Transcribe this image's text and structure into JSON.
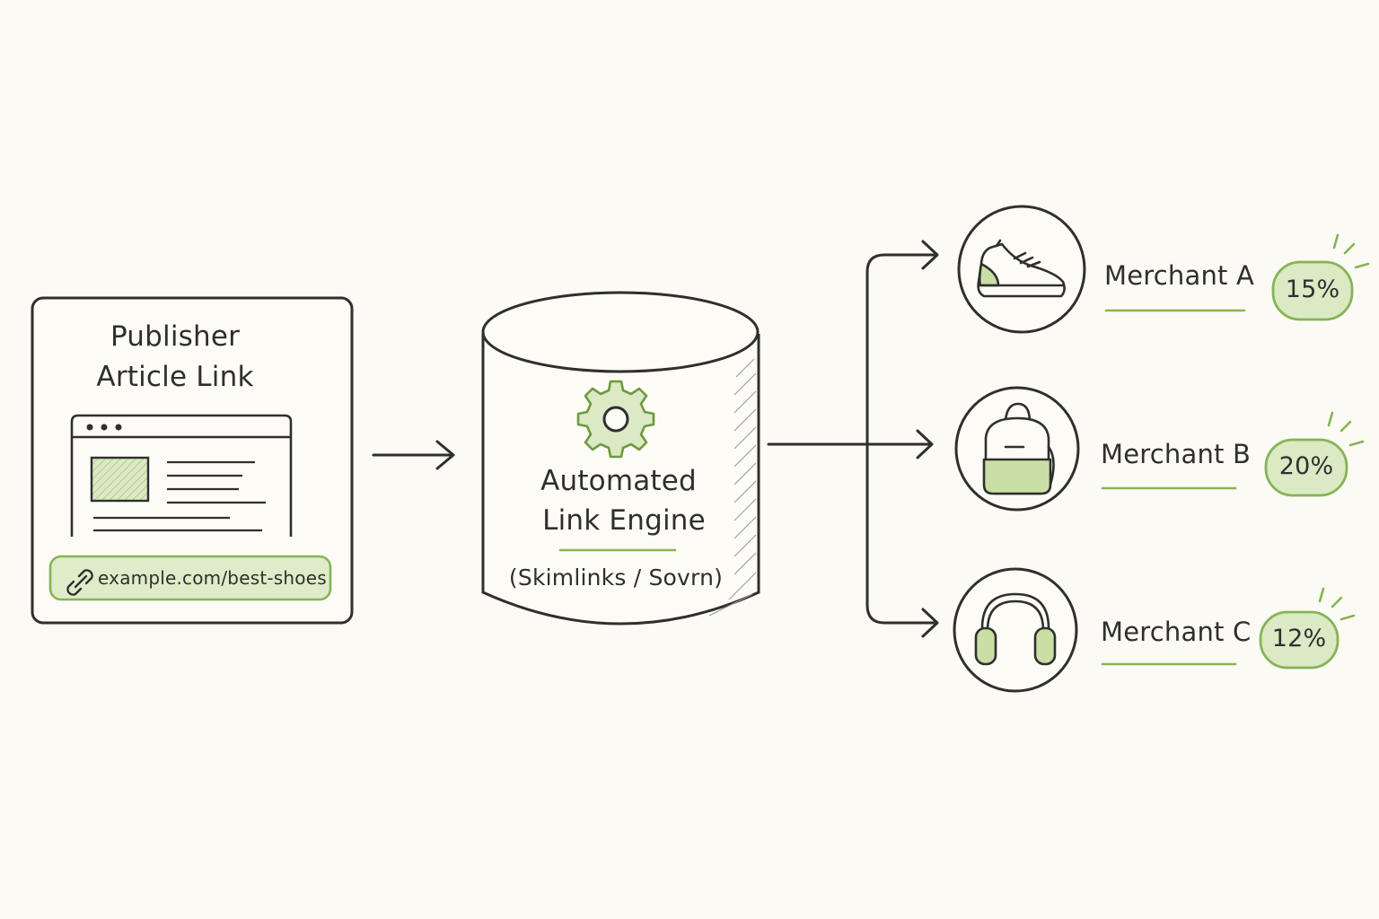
{
  "diagram": {
    "publisher": {
      "title_line1": "Publisher",
      "title_line2": "Article Link",
      "url": "example.com/best-shoes"
    },
    "engine": {
      "title_line1": "Automated",
      "title_line2": "Link Engine",
      "subtitle": "(Skimlinks / Sovrn)"
    },
    "merchants": [
      {
        "name": "Merchant A",
        "commission": "15%",
        "icon": "shoe-icon"
      },
      {
        "name": "Merchant B",
        "commission": "20%",
        "icon": "backpack-icon"
      },
      {
        "name": "Merchant C",
        "commission": "12%",
        "icon": "headphones-icon"
      }
    ],
    "colors": {
      "background": "#fcfaf4",
      "ink": "#2b2b2b",
      "accent_green": "#86b455",
      "accent_fill": "#dbe9c4"
    }
  }
}
